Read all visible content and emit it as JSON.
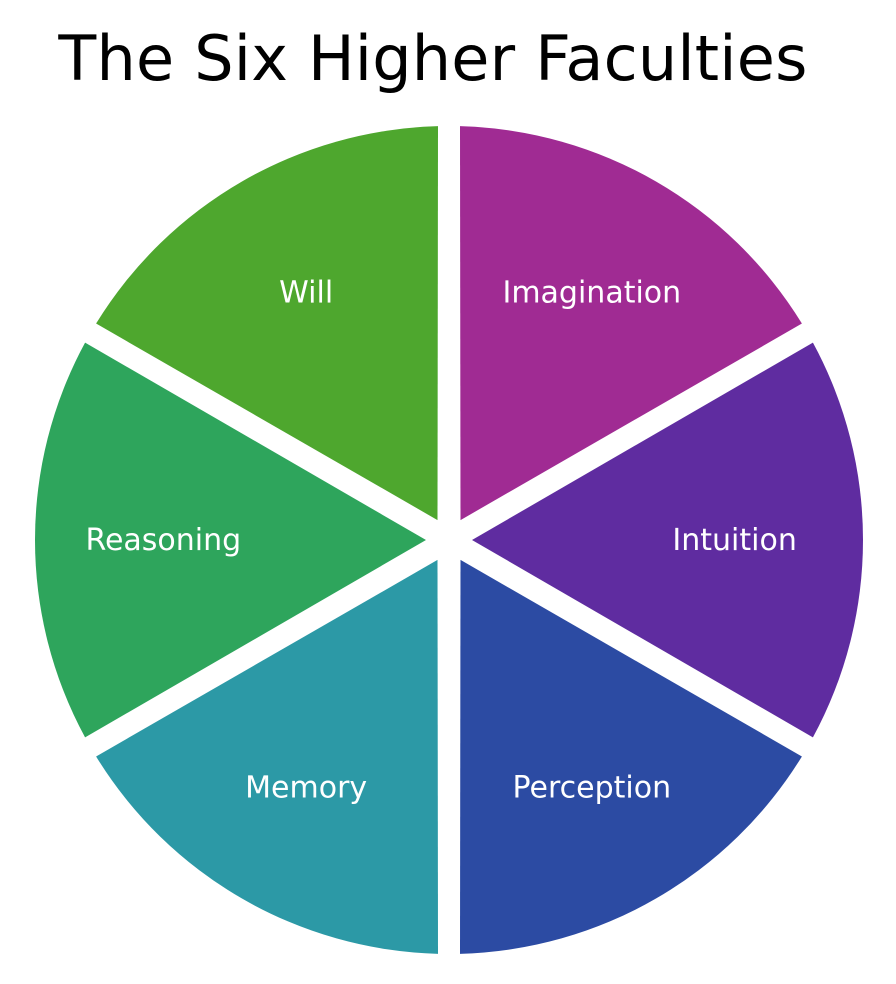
{
  "title": "The Six Higher Faculties",
  "segments": [
    {
      "id": "imagination",
      "label": "Imagination",
      "color": "#A02B93"
    },
    {
      "id": "intuition",
      "label": "Intuition",
      "color": "#5F2CA0"
    },
    {
      "id": "perception",
      "label": "Perception",
      "color": "#2C4BA3"
    },
    {
      "id": "memory",
      "label": "Memory",
      "color": "#2C99A6"
    },
    {
      "id": "reasoning",
      "label": "Reasoning",
      "color": "#2EA55C"
    },
    {
      "id": "will",
      "label": "Will",
      "color": "#4EA72E"
    }
  ]
}
